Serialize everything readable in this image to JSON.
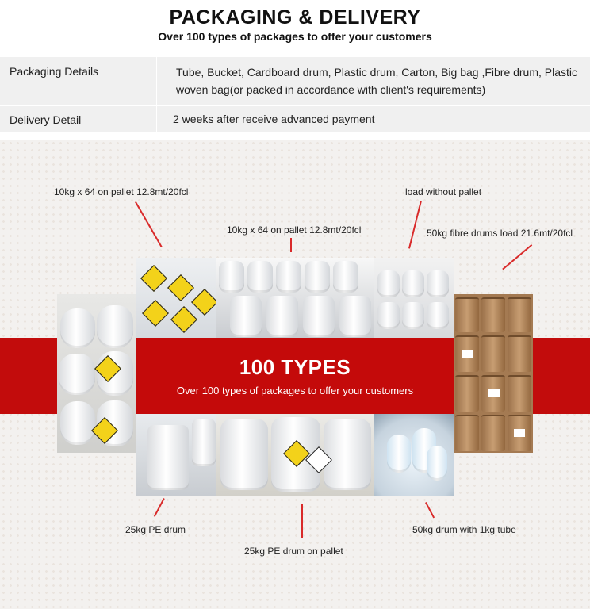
{
  "header": {
    "title": "PACKAGING & DELIVERY",
    "subtitle": "Over 100 types of packages to offer your customers"
  },
  "details": [
    {
      "key": "Packaging Details",
      "value": "Tube, Bucket, Cardboard drum, Plastic drum, Carton, Big bag ,Fibre drum, Plastic woven bag(or packed in accordance with client's requirements)"
    },
    {
      "key": "Delivery Detail",
      "value": "2 weeks after receive advanced payment"
    }
  ],
  "banner": {
    "title": "100 TYPES",
    "subtitle": "Over 100 types of packages to offer your customers"
  },
  "labels": {
    "top_left": "10kg x 64 on pallet 12.8mt/20fcl",
    "top_center": "10kg x 64 on pallet 12.8mt/20fcl",
    "top_right": "load without pallet",
    "right": "50kg fibre drums load 21.6mt/20fcl",
    "bottom_left": "25kg PE drum",
    "bottom_center": "25kg PE drum on pallet",
    "bottom_right": "50kg drum with 1kg tube"
  },
  "colors": {
    "banner_red": "#c20c0c",
    "leader_red": "#d92a2a",
    "row_bg": "#f0f0f0"
  }
}
